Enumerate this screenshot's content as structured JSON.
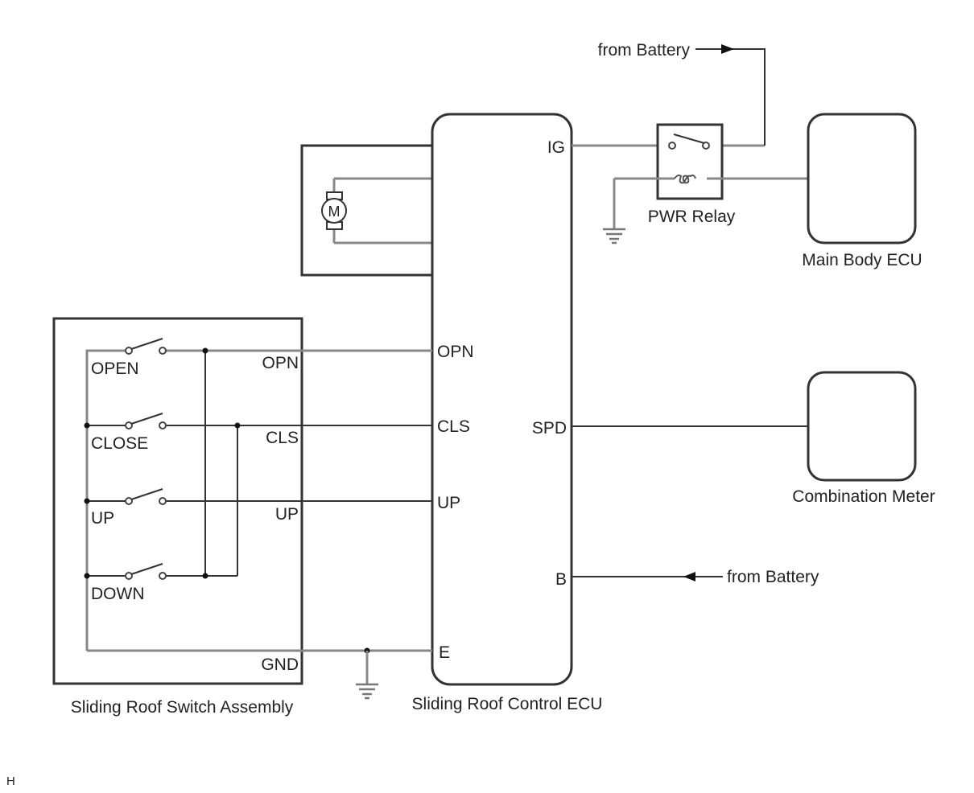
{
  "diagram": {
    "title": "Sliding Roof System Wiring Diagram",
    "components": {
      "switch_assembly": {
        "label": "Sliding Roof Switch Assembly",
        "switches": [
          "OPEN",
          "CLOSE",
          "UP",
          "DOWN"
        ],
        "pins": [
          "OPN",
          "CLS",
          "UP",
          "GND"
        ]
      },
      "control_ecu": {
        "label": "Sliding Roof Control ECU",
        "left_pins": [
          "OPN",
          "CLS",
          "UP",
          "E"
        ],
        "right_pins": [
          "IG",
          "SPD",
          "B"
        ]
      },
      "motor": {
        "symbol": "M"
      },
      "relay": {
        "label": "PWR Relay"
      },
      "main_body_ecu": {
        "label": "Main Body ECU"
      },
      "combination_meter": {
        "label": "Combination Meter"
      }
    },
    "sources": {
      "battery_top": "from Battery",
      "battery_b": "from Battery"
    },
    "corner_mark": "H"
  }
}
